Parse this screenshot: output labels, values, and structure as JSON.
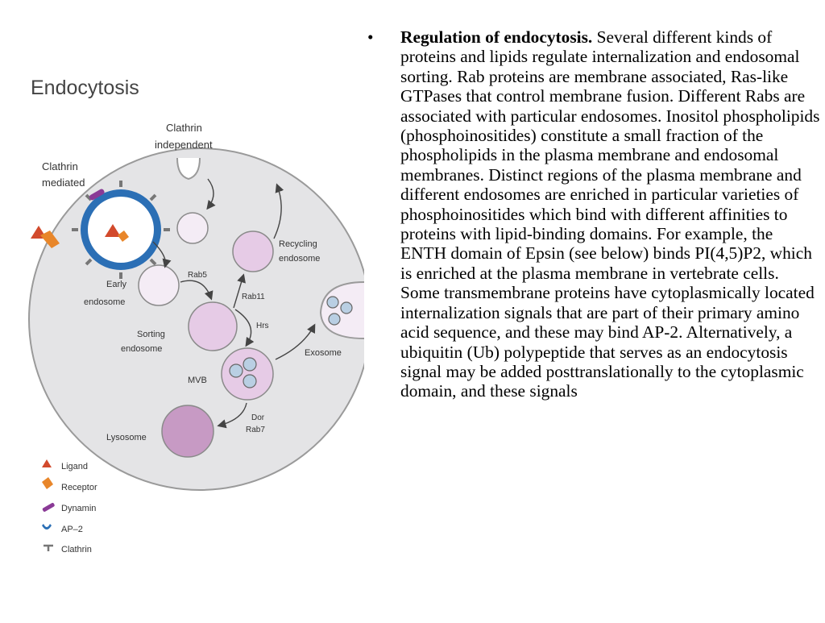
{
  "figure": {
    "title": "Endocytosis",
    "labels": {
      "clathrin_independent_1": "Clathrin",
      "clathrin_independent_2": "independent",
      "clathrin_mediated_1": "Clathrin",
      "clathrin_mediated_2": "mediated",
      "early_endosome_1": "Early",
      "early_endosome_2": "endosome",
      "recycling_endosome_1": "Recycling",
      "recycling_endosome_2": "endosome",
      "sorting_endosome_1": "Sorting",
      "sorting_endosome_2": "endosome",
      "mvb": "MVB",
      "exosome": "Exosome",
      "lysosome": "Lysosome",
      "rab5": "Rab5",
      "rab11": "Rab11",
      "hrs": "Hrs",
      "dor": "Dor",
      "rab7": "Rab7"
    },
    "legend": [
      {
        "label": "Ligand",
        "icon": "triangle-icon",
        "color": "#d24a2c"
      },
      {
        "label": "Receptor",
        "icon": "receptor-icon",
        "color": "#e8862a"
      },
      {
        "label": "Dynamin",
        "icon": "dynamin-icon",
        "color": "#8a3a96"
      },
      {
        "label": "AP–2",
        "icon": "ap2-icon",
        "color": "#2b6fb5"
      },
      {
        "label": "Clathrin",
        "icon": "clathrin-icon",
        "color": "#777777"
      }
    ],
    "colors": {
      "cell_fill": "#e4e4e6",
      "cell_stroke": "#9a9a9a",
      "vesicle_light": "#f4ecf5",
      "vesicle_mid": "#e6cbe6",
      "lysosome": "#c79ac4",
      "mvb_inner": "#b9cfe3",
      "ap2": "#2b6fb5",
      "clathrin": "#777777"
    }
  },
  "text": {
    "bullet": "•",
    "lead": "Regulation of endocytosis.",
    "body": " Several different kinds of proteins and lipids regulate internalization and endosomal sorting. Rab proteins are membrane associated, Ras-like GTPases that control membrane fusion. Different Rabs are associated with particular endosomes. Inositol phospholipids (phosphoinositides) constitute a small fraction of the phospholipids in the plasma membrane and endosomal membranes. Distinct regions of the plasma membrane and different endosomes are enriched in particular varieties of phosphoinositides which bind with different affinities to proteins with lipid-binding domains. For example, the ENTH domain of Epsin (see below) binds PI(4,5)P2, which is enriched at the plasma membrane in vertebrate cells. Some transmembrane proteins have cytoplasmically located internalization signals that are part of their primary amino acid sequence, and these may bind AP-2. Alternatively, a ubiquitin (Ub) polypeptide that serves as an endocytosis signal may be added posttranslationally to the cytoplasmic domain, and these signals"
  }
}
